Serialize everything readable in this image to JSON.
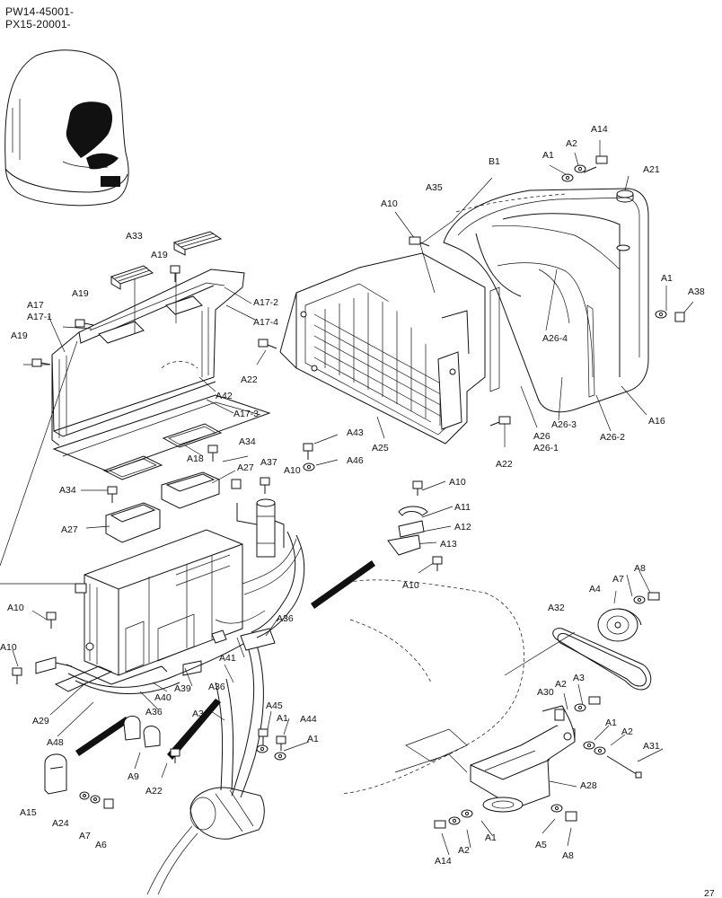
{
  "header": {
    "serial_1": "PW14-45001-",
    "serial_2": "PX15-20001-"
  },
  "labels": {
    "A1_a": "A1",
    "A2_a": "A2",
    "A14_a": "A14",
    "B1": "B1",
    "A21": "A21",
    "A35": "A35",
    "A10_a": "A10",
    "A33": "A33",
    "A19_a": "A19",
    "A19_b": "A19",
    "A17": "A17",
    "A17_1": "A17-1",
    "A19_c": "A19",
    "A17_2": "A17-2",
    "A17_4": "A17-4",
    "A22_a": "A22",
    "A42": "A42",
    "A17_3": "A17-3",
    "A1_b": "A1",
    "A38": "A38",
    "A26_4": "A26-4",
    "A26_3": "A26-3",
    "A26_2": "A26-2",
    "A16": "A16",
    "A26": "A26",
    "A26_1": "A26-1",
    "A22_b": "A22",
    "A25": "A25",
    "A43": "A43",
    "A46": "A46",
    "A34_a": "A34",
    "A18": "A18",
    "A27_a": "A27",
    "A37": "A37",
    "A10_b": "A10",
    "A34_b": "A34",
    "A27_b": "A27",
    "A10_c": "A10",
    "A11": "A11",
    "A12": "A12",
    "A13": "A13",
    "A10_d": "A10",
    "A8_a": "A8",
    "A7_a": "A7",
    "A4": "A4",
    "A32": "A32",
    "A10_e": "A10",
    "A10_f": "A10",
    "A36_a": "A36",
    "A41": "A41",
    "A36_b": "A36",
    "A40": "A40",
    "A39": "A39",
    "A36_c": "A36",
    "A29": "A29",
    "A48": "A48",
    "A36_d": "A36",
    "A45": "A45",
    "A1_c": "A1",
    "A44": "A44",
    "A1_d": "A1",
    "A2_b": "A2",
    "A3": "A3",
    "A30": "A30",
    "A1_e": "A1",
    "A2_c": "A2",
    "A31": "A31",
    "A28": "A28",
    "A9": "A9",
    "A22_c": "A22",
    "A15": "A15",
    "A24": "A24",
    "A7_b": "A7",
    "A6": "A6",
    "A14_b": "A14",
    "A2_d": "A2",
    "A1_f": "A1",
    "A5": "A5",
    "A8_b": "A8",
    "page_num": "27"
  }
}
